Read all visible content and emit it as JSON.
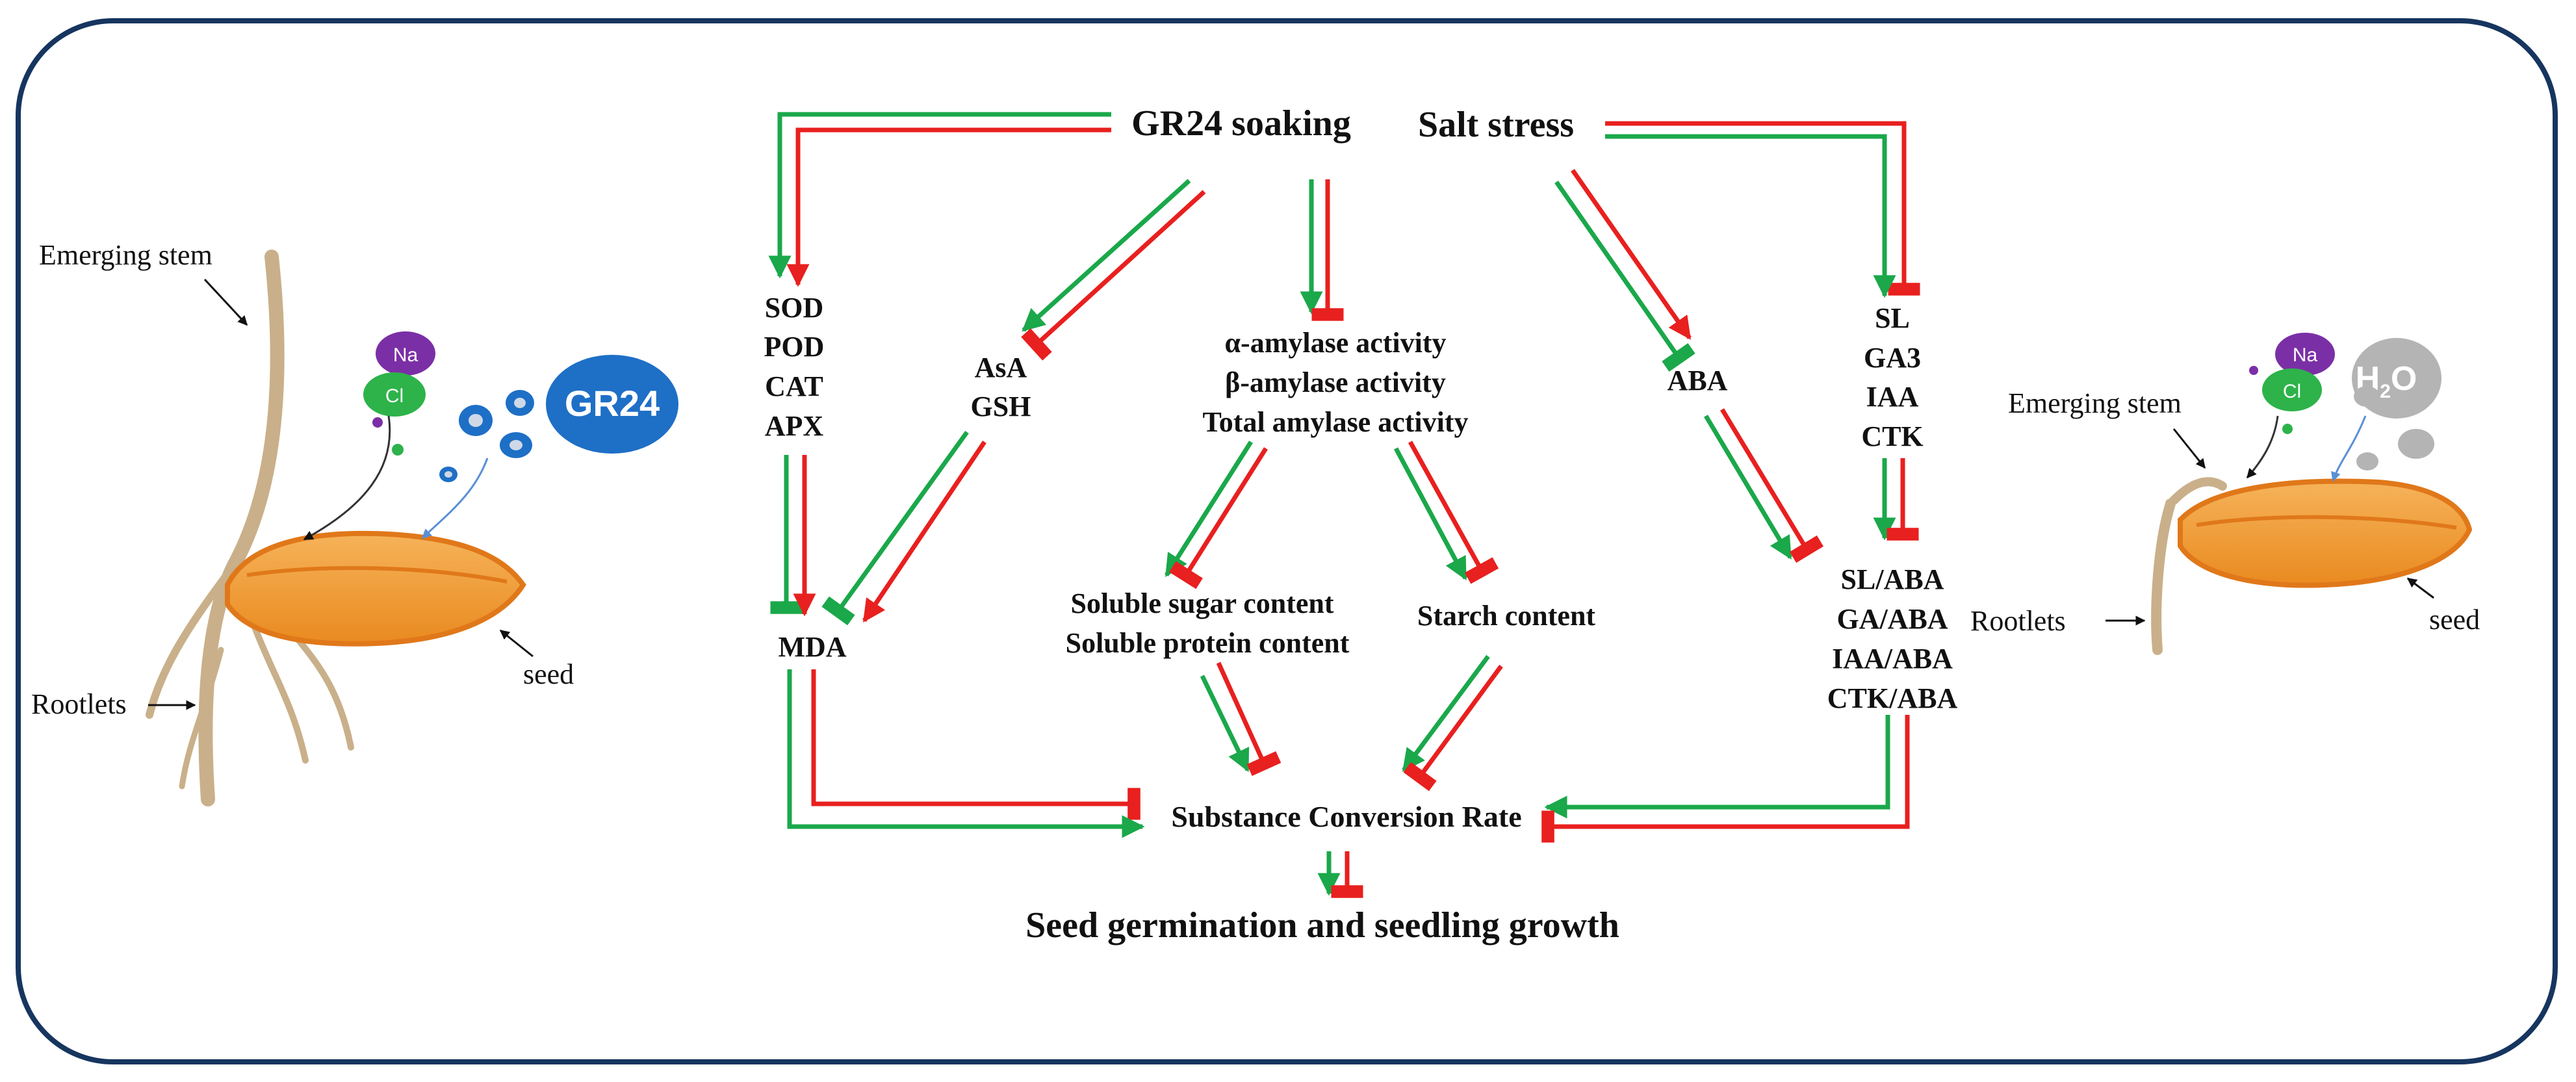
{
  "colors": {
    "border": "#16355f",
    "promote": "#1aa84a",
    "inhibit": "#e8201f",
    "seed": "#f2a03d",
    "stem": "#c9b08a",
    "na": "#7b2fa6",
    "cl": "#2db34a",
    "gr24": "#1e6fc6",
    "water": "#b4b4b4"
  },
  "left_panel": {
    "emerging_stem": "Emerging stem",
    "rootlets": "Rootlets",
    "seed": "seed",
    "ion_na": "Na",
    "ion_cl": "Cl",
    "gr24": "GR24"
  },
  "right_panel": {
    "emerging_stem": "Emerging stem",
    "rootlets": "Rootlets",
    "seed": "seed",
    "ion_na": "Na",
    "ion_cl": "Cl",
    "water": "H",
    "water_sub": "2",
    "water_o": "O"
  },
  "nodes": {
    "gr24_soaking": "GR24 soaking",
    "salt_stress": "Salt stress",
    "antioxidants": [
      "SOD",
      "POD",
      "CAT",
      "APX"
    ],
    "asa_gsh": [
      "AsA",
      "GSH"
    ],
    "amylase": [
      "α-amylase activity",
      "β-amylase activity",
      "Total amylase activity"
    ],
    "aba": "ABA",
    "hormones": [
      "SL",
      "GA3",
      "IAA",
      "CTK"
    ],
    "mda": "MDA",
    "soluble": [
      "Soluble sugar content",
      "Soluble protein content"
    ],
    "starch": "Starch content",
    "ratios": [
      "SL/ABA",
      "GA/ABA",
      "IAA/ABA",
      "CTK/ABA"
    ],
    "conversion": "Substance Conversion Rate",
    "outcome": "Seed germination and seedling growth"
  }
}
